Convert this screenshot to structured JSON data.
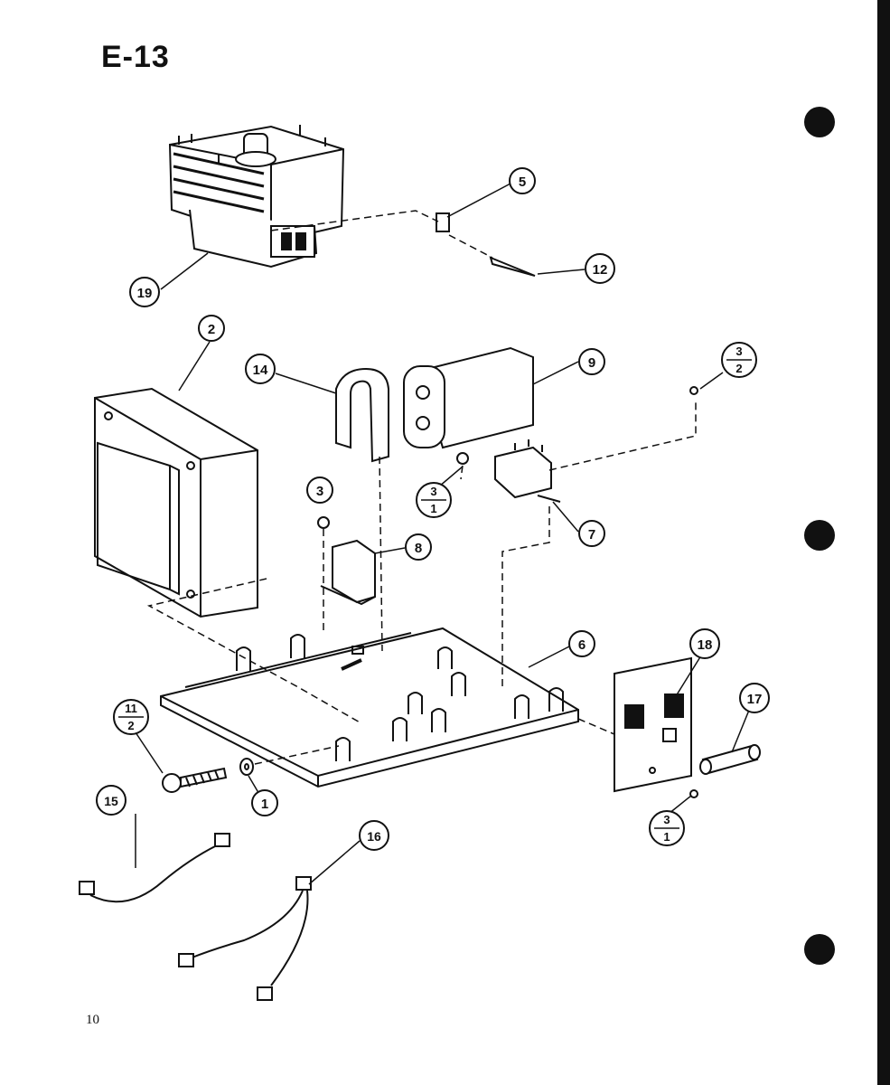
{
  "title": "E-13",
  "page_number": "10",
  "callouts": [
    {
      "id": "c19",
      "label": "19"
    },
    {
      "id": "c5",
      "label": "5"
    },
    {
      "id": "c12",
      "label": "12"
    },
    {
      "id": "c2",
      "label": "2"
    },
    {
      "id": "c14",
      "label": "14"
    },
    {
      "id": "c9",
      "label": "9"
    },
    {
      "id": "c3",
      "label": "3"
    },
    {
      "id": "c8",
      "label": "8"
    },
    {
      "id": "c7",
      "label": "7"
    },
    {
      "id": "c6",
      "label": "6"
    },
    {
      "id": "c18",
      "label": "18"
    },
    {
      "id": "c17",
      "label": "17"
    },
    {
      "id": "c1",
      "label": "1"
    },
    {
      "id": "c15",
      "label": "15"
    },
    {
      "id": "c16",
      "label": "16"
    }
  ],
  "fraction_callouts": [
    {
      "id": "f32",
      "top": "3",
      "bottom": "2"
    },
    {
      "id": "f31a",
      "top": "3",
      "bottom": "1"
    },
    {
      "id": "f112",
      "top": "11",
      "bottom": "2"
    },
    {
      "id": "f31b",
      "top": "3",
      "bottom": "1"
    }
  ]
}
